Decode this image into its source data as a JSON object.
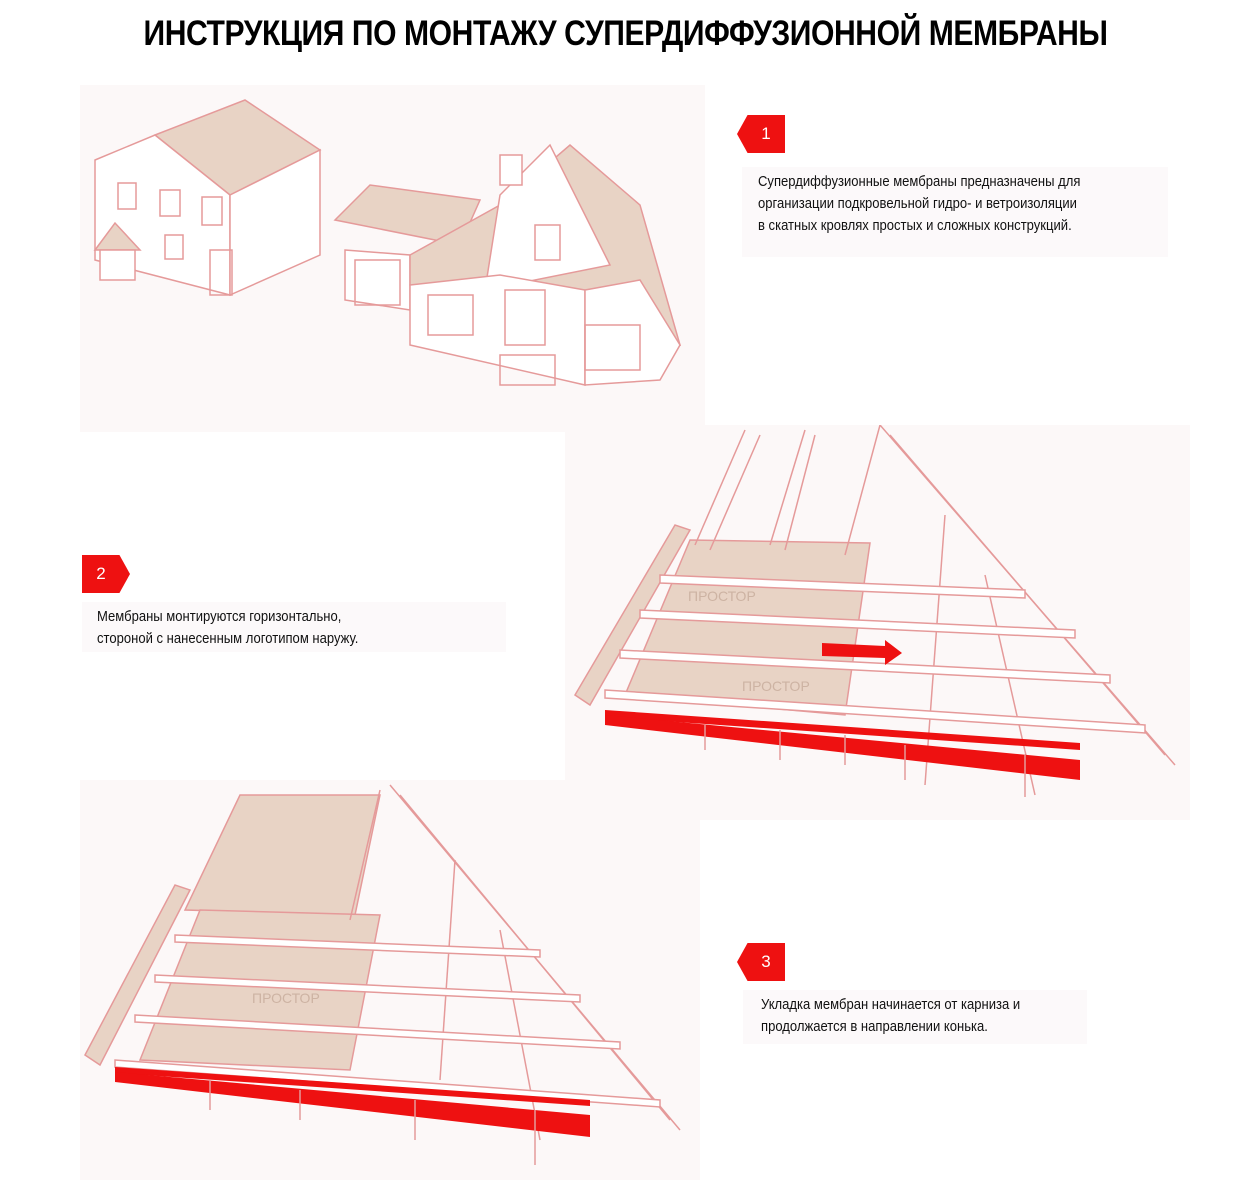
{
  "title": "ИНСТРУКЦИЯ ПО МОНТАЖУ СУПЕРДИФФУЗИОННОЙ МЕМБРАНЫ",
  "steps": [
    {
      "number": "1",
      "lines": [
        "Супердиффузионные мембраны предназначены для",
        "организации подкровельной гидро- и ветроизоляции",
        "в скатных кровлях простых и сложных конструкций."
      ]
    },
    {
      "number": "2",
      "lines": [
        "Мембраны монтируются горизонтально,",
        "стороной с нанесенным логотипом наружу."
      ]
    },
    {
      "number": "3",
      "lines": [
        "Укладка мембран начинается от карниза и",
        "продолжается в направлении конька."
      ]
    }
  ],
  "membrane_logo": "ПРОСТОР",
  "colors": {
    "accent": "#ee1111",
    "line": "#e59a9a",
    "membrane": "#e8d3c5",
    "panel": "#fcf8f8"
  }
}
